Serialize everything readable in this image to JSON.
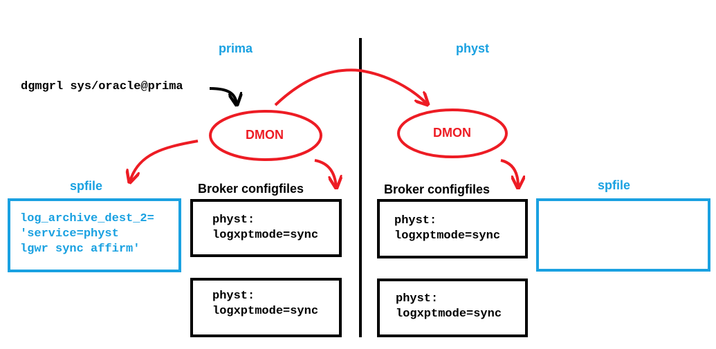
{
  "sites": {
    "primary": "prima",
    "standby": "physt"
  },
  "command": "dgmgrl sys/oracle@prima",
  "dmon": {
    "primary": "DMON",
    "standby": "DMON"
  },
  "spfile": {
    "primary": {
      "label": "spfile",
      "lines": [
        "log_archive_dest_2=",
        "'service=physt",
        "lgwr sync affirm'"
      ]
    },
    "standby": {
      "label": "spfile",
      "lines": []
    }
  },
  "broker": {
    "primary": {
      "header": "Broker configfiles",
      "files": [
        {
          "lines": [
            "physt:",
            "logxptmode=sync"
          ]
        },
        {
          "lines": [
            "physt:",
            "logxptmode=sync"
          ]
        }
      ]
    },
    "standby": {
      "header": "Broker configfiles",
      "files": [
        {
          "lines": [
            "physt:",
            "logxptmode=sync"
          ]
        },
        {
          "lines": [
            "physt:",
            "logxptmode=sync"
          ]
        }
      ]
    }
  },
  "colors": {
    "site_label": "#1aa1e1",
    "dmon": "#ed1c24",
    "arrow": "#ed1c24",
    "box_border": "#000000",
    "spfile_border": "#1aa1e1"
  }
}
